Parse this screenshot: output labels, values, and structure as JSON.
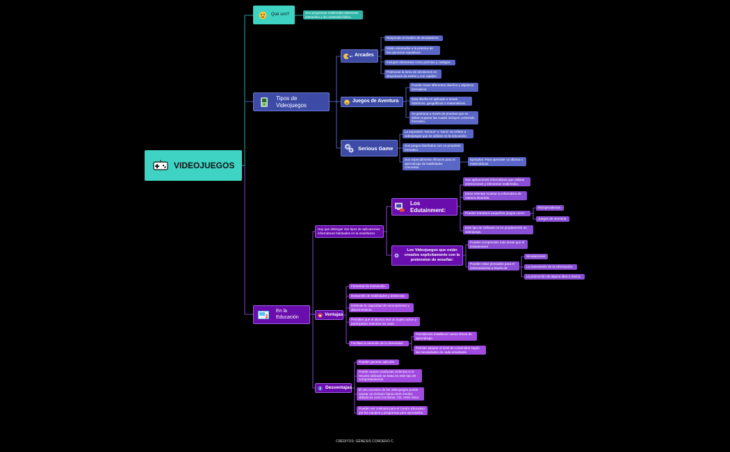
{
  "center": {
    "title": "VIDEOJUEGOS"
  },
  "que_son": {
    "label": "Qué son?",
    "desc": "Son programas multimedia altamente interactivo y de contenido lúdico."
  },
  "tipos": {
    "label": "Tipos de Videojuegos",
    "arcades": {
      "label": "Arcades",
      "items": [
        "Responde al modelo de simuladores.",
        "Están orientados a la práctica de los ejercicios repetitivos.",
        "Incluyen elementos como premios y castigos.",
        "Potencian la toma de decisiones en situaciones de estrés y con rapidez."
      ]
    },
    "aventura": {
      "label": "Juegos de Aventura",
      "items": [
        "Pueden tener diferentes diseños y objetivos formativos.",
        "Esta diseño es aplicado a temas históricos, geográficos o matemáticos.",
        "Se gestiona a través de pruebas que se deben superar las cuales incluyen contenido formativo."
      ]
    },
    "serious": {
      "label": "Serious Game",
      "items": [
        "La expresión \"serious\" o \"serio\" se refiere a videojuegos que se utilizan en la educación.",
        "Son juegos diseñados con un propósito formativo.",
        "Son especialmente eficaces para el aprendizaje de habilidades concretas."
      ],
      "example": "Ejemplos: Para aprender un idioma o matemáticas."
    }
  },
  "educacion": {
    "label": "En la Educación",
    "distinguir": "Hay que distinguir dos tipos de aplicaciones informáticas habituales en la enseñanza",
    "edutainment": {
      "label": "Los Edutainment:",
      "items": [
        "Son aplicaciones informáticas que utilizan entrenciones y elementos multimedia.",
        "Estos intentan mostrar la informática de manera divertida.",
        "Pueden introducir pequeños juegos como:",
        "Este tipo de software no es propiamente un videojuego."
      ],
      "juegos": [
        "Rompecabezas",
        "Juegos de memoria"
      ]
    },
    "creados": {
      "label": "Los Videojuegos que están creados explícitamente con la pretension de enseñar:",
      "items": [
        "Pueden comprender más áreas que el Edutainment",
        "Pueden estar pensados para el entrenamiento a través de:"
      ],
      "sub": [
        "Simulaciones",
        "La transmisión de la información.",
        "La promoción de alguna idea o marca."
      ]
    },
    "ventajas": {
      "label": "Ventajas",
      "items": [
        "Fomentan la motivación.",
        "Desarrollo de habilidades y destrezas.",
        "Estimula la capacidad de razonamiento y discernimiento.",
        "Permiten que el alumno sea un sujeto activo y participativo mientras los usas.",
        "Facilitan la atención de la diversidad"
      ],
      "diversidad": [
        "Permitiendo establecer varios ritmos de aprendizaje.",
        "Permite adaptar el nivel de contenidos según las necesidades de cada estudiante"
      ]
    },
    "desventajas": {
      "label": "Desventajas",
      "items": [
        "Pueden generar adicción.",
        "Puede causar conductas violentas si el recurso utilizado se basa en este tipo de comportamientos.",
        "El uso excesivo de los videojuegos puede causar un rechazo hacia otros medios didácticos como los libros, CD, entre otros.",
        "Pueden ser costosos para el Centro Educativo por los equipos y programas para ejecutarlos."
      ]
    }
  },
  "credits": "CRÉDITOS: GÉNESIS CORDERO C."
}
